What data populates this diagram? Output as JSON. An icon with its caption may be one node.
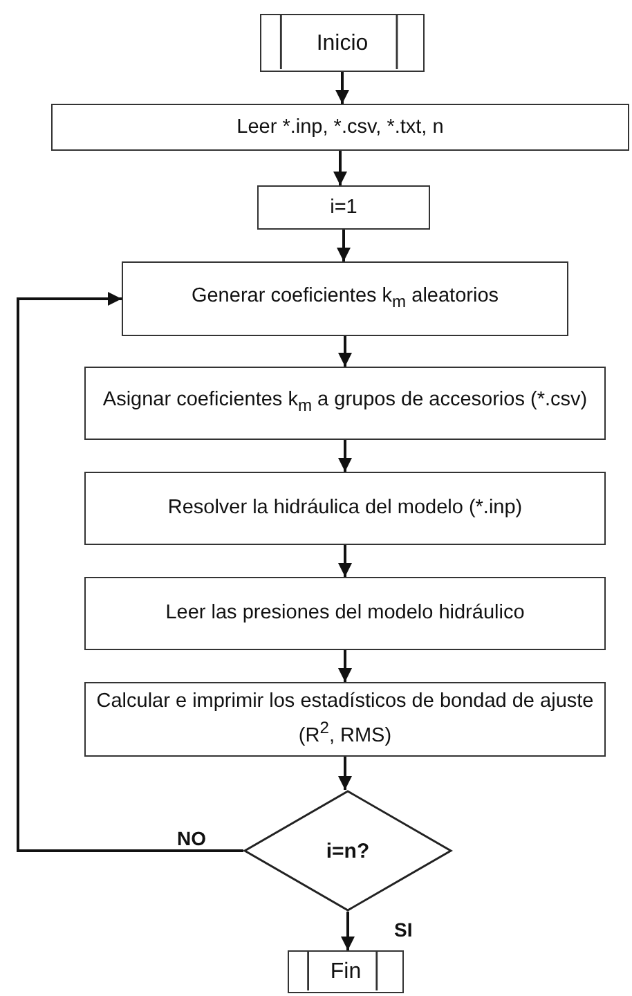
{
  "diagram": {
    "nodes": [
      {
        "text": [
          "Inicio"
        ]
      },
      {
        "text": [
          "Leer *.inp, *.csv, *.txt, n"
        ]
      },
      {
        "text": [
          "i=1"
        ]
      },
      {
        "text": [
          "Generar coeficientes k$_{m}$ aleatorios"
        ]
      },
      {
        "text": [
          "Asignar coeficientes k$_{m}$ a grupos de accesorios (*.csv)"
        ]
      },
      {
        "text": [
          "Resolver la hidráulica del modelo (*.inp)"
        ]
      },
      {
        "text": [
          "Leer las presiones del modelo hidráulico"
        ]
      },
      {
        "text": [
          "Calcular e imprimir los estadísticos de bondad de ajuste (R$^{2}$, RMS)"
        ]
      },
      {
        "text": [
          "i=n?"
        ]
      },
      {
        "text": [
          "Fin"
        ]
      }
    ],
    "edges": [
      {
        "from": 0,
        "to": 1,
        "arrow": "to"
      },
      {
        "from": 1,
        "to": 2,
        "arrow": "to"
      },
      {
        "from": 2,
        "to": 3,
        "arrow": "to"
      },
      {
        "from": 3,
        "to": 4,
        "arrow": "to"
      },
      {
        "from": 4,
        "to": 5,
        "arrow": "to"
      },
      {
        "from": 5,
        "to": 6,
        "arrow": "to"
      },
      {
        "from": 6,
        "to": 7,
        "arrow": "to"
      },
      {
        "from": 7,
        "to": 8,
        "arrow": "to"
      },
      {
        "from": 8,
        "to": 3,
        "arrow": "to",
        "label": "NO"
      },
      {
        "from": 8,
        "to": 9,
        "arrow": "to",
        "label": "SI"
      }
    ]
  }
}
